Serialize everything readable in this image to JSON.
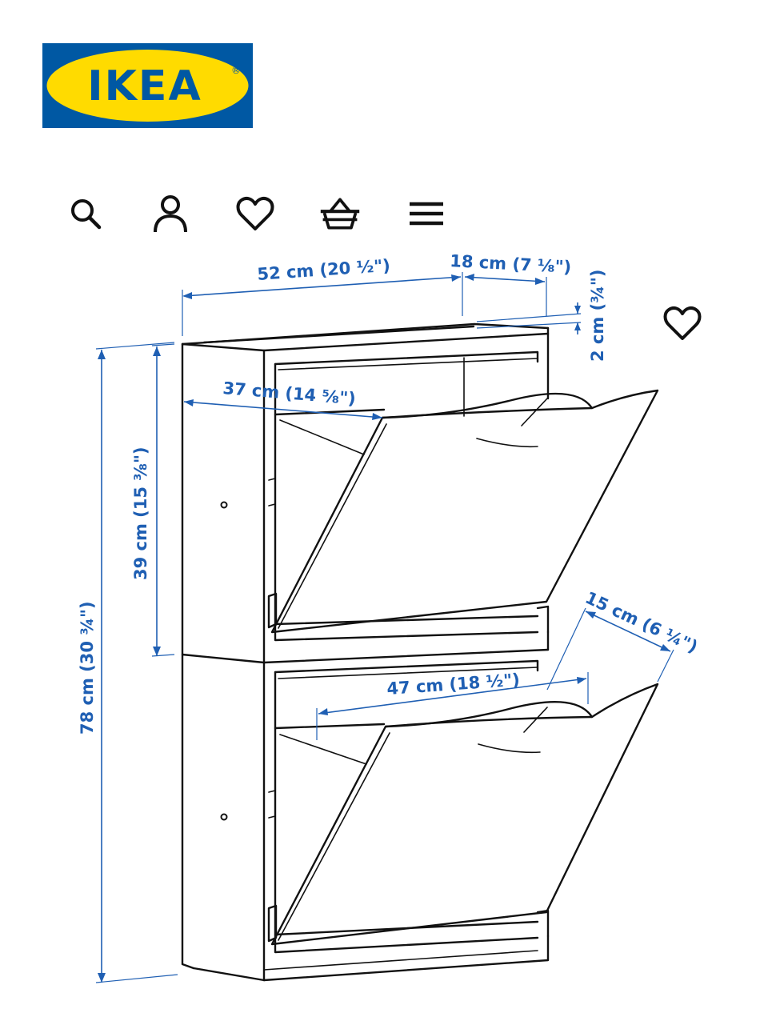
{
  "brand": {
    "name": "IKEA",
    "registered_mark": "®",
    "colors": {
      "blue": "#0058A3",
      "yellow": "#FFDB00"
    }
  },
  "nav": {
    "icons": [
      "search-icon",
      "account-icon",
      "wishlist-icon",
      "basket-icon",
      "menu-icon"
    ]
  },
  "product_image": {
    "favourite_icon": "heart-icon",
    "dimensions": {
      "width": "52 cm (20 ½\")",
      "depth": "18 cm (7 ⅛\")",
      "top_thickness": "2 cm (¾\")",
      "inner_width": "37 cm (14 ⅝\")",
      "compartment_height": "39 cm (15 ⅜\")",
      "total_height": "78 cm (30 ¾\")",
      "opening_depth": "15 cm (6 ¼\")",
      "opening_width": "47 cm (18 ½\")"
    }
  }
}
